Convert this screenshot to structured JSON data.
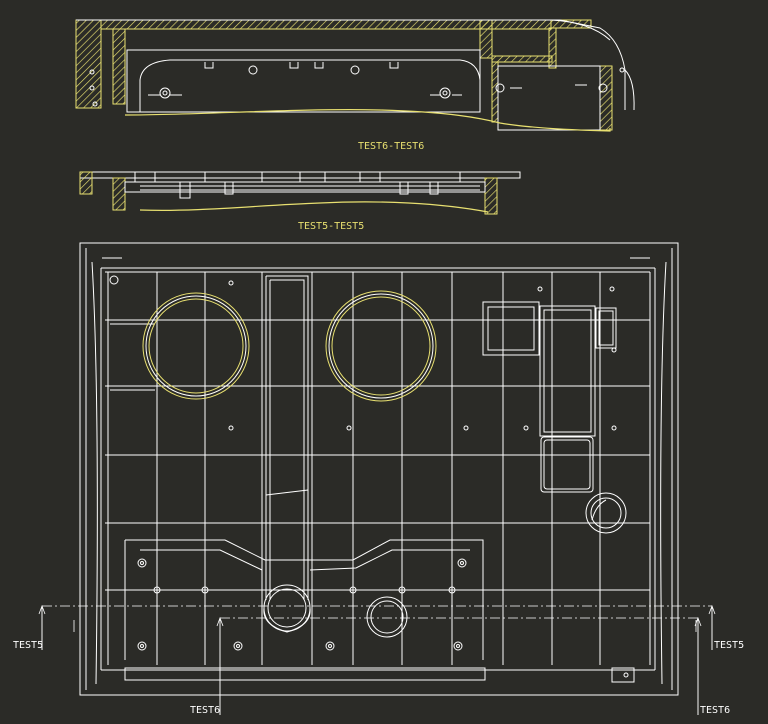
{
  "drawing": {
    "background": "#2b2b27",
    "line_color": "#ffffff",
    "section_color": "#e8e070",
    "section_labels": {
      "test6": "TEST6-TEST6",
      "test5": "TEST5-TEST5"
    },
    "cut_markers": {
      "test5_left": "TEST5",
      "test5_right": "TEST5",
      "test6_bottom_left": "TEST6",
      "test6_bottom_right": "TEST6"
    }
  }
}
